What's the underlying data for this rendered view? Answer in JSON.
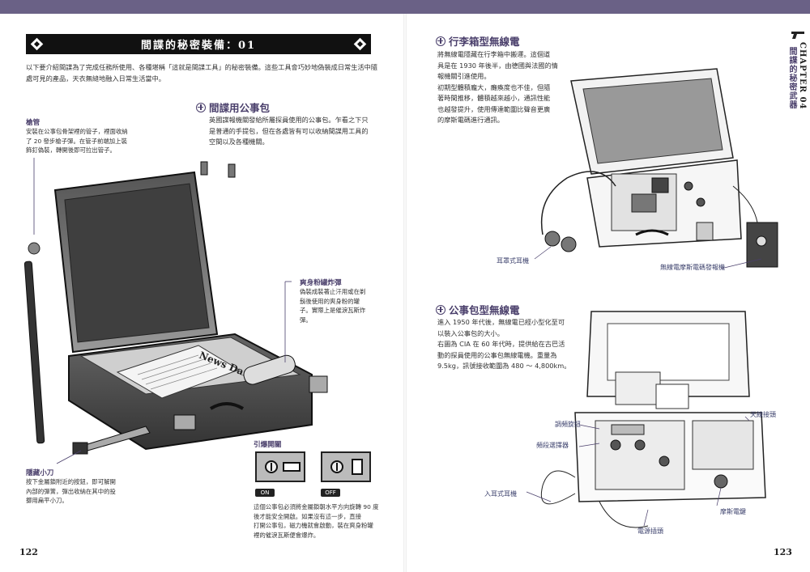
{
  "left_page": {
    "banner_title": "間諜的秘密裝備：01",
    "intro": "以下要介紹間諜為了完成任務所使用、各種堪稱「這就是間諜工具」的秘密裝備。這些工具會巧妙地偽裝成日常生活中隨處可見的產品，天衣無縫地融入日常生活當中。",
    "section_title": "間諜用公事包",
    "section_body_1": "英國諜報機關發給所屬探員使用的公事包。乍看之下只",
    "section_body_2": "是普通的手提包，但在各處皆有可以收納間諜用工具的",
    "section_body_3": "空間以及各種機關。",
    "gun_pipe_title": "槍管",
    "gun_pipe_text_1": "安裝在公事包骨架裡的管子，裡面收納",
    "gun_pipe_text_2": "了 20 發步槍子彈。在管子前端加上裝",
    "gun_pipe_text_3": "飾釘偽裝，轉開後即可拉出管子。",
    "powder_title": "爽身粉罐炸彈",
    "powder_text_1": "偽裝成裝著止汗用或在剃",
    "powder_text_2": "鬍後使用的爽身粉的罐",
    "powder_text_3": "子。實際上是催淚瓦斯炸",
    "powder_text_4": "彈。",
    "knife_title": "隱藏小刀",
    "knife_text_1": "按下金屬鎖附近的按鈕，即可解開",
    "knife_text_2": "內部的彈簧，彈出收納在其中的投",
    "knife_text_3": "擲用扁平小刀。",
    "detonator_title": "引爆開關",
    "switch_on": "ON",
    "switch_off": "OFF",
    "detonator_text_1": "這個公事包必須將金屬鎖朝水平方向旋轉 90 度",
    "detonator_text_2": "後才能安全開啟。如果沒有這一步，直接",
    "detonator_text_3": "打開公事包，磁力機就會啟動，裝在爽身粉罐",
    "detonator_text_4": "裡的催淚瓦斯便會爆炸。",
    "newspaper_label": "News Dail",
    "page_number": "122"
  },
  "right_page": {
    "chapter": "CHAPTER 04",
    "chapter_sub": "間諜的秘密武器",
    "sec1_title": "行李箱型無線電",
    "sec1_body_1": "將無線電隱藏在行李箱中搬運。這個道",
    "sec1_body_2": "具是在 1930 年後半，由德國與法國的情",
    "sec1_body_3": "報機關引進使用。",
    "sec1_body_4": "初期型體積龐大，癱瘓度也不佳，但隨",
    "sec1_body_5": "著時間推移，體積越來越小，通訊性能",
    "sec1_body_6": "也越發提升，使用傳達範圍比聲音更廣",
    "sec1_body_7": "的摩斯電碼進行通訊。",
    "earphone_label": "耳罩式耳機",
    "morse_label": "無線電摩斯電碼發報機",
    "sec2_title": "公事包型無線電",
    "sec2_body_1": "進入 1950 年代後，無線電已經小型化至可",
    "sec2_body_2": "以裝入公事包的大小。",
    "sec2_body_3": "右圖為 CIA 在 60 年代時，提供給在古巴活",
    "sec2_body_4": "動的探員使用的公事包無線電機。重量為",
    "sec2_body_5": "9.5kg，訊號接收範圍為 480 ～ 4,800km。",
    "tuning_label": "調頻旋鈕",
    "band_label": "頻段選擇器",
    "antenna_label": "天線接頭",
    "inear_label": "入耳式耳機",
    "morse_key_label": "摩斯電鍵",
    "power_label": "電源插頭",
    "page_number": "123"
  }
}
